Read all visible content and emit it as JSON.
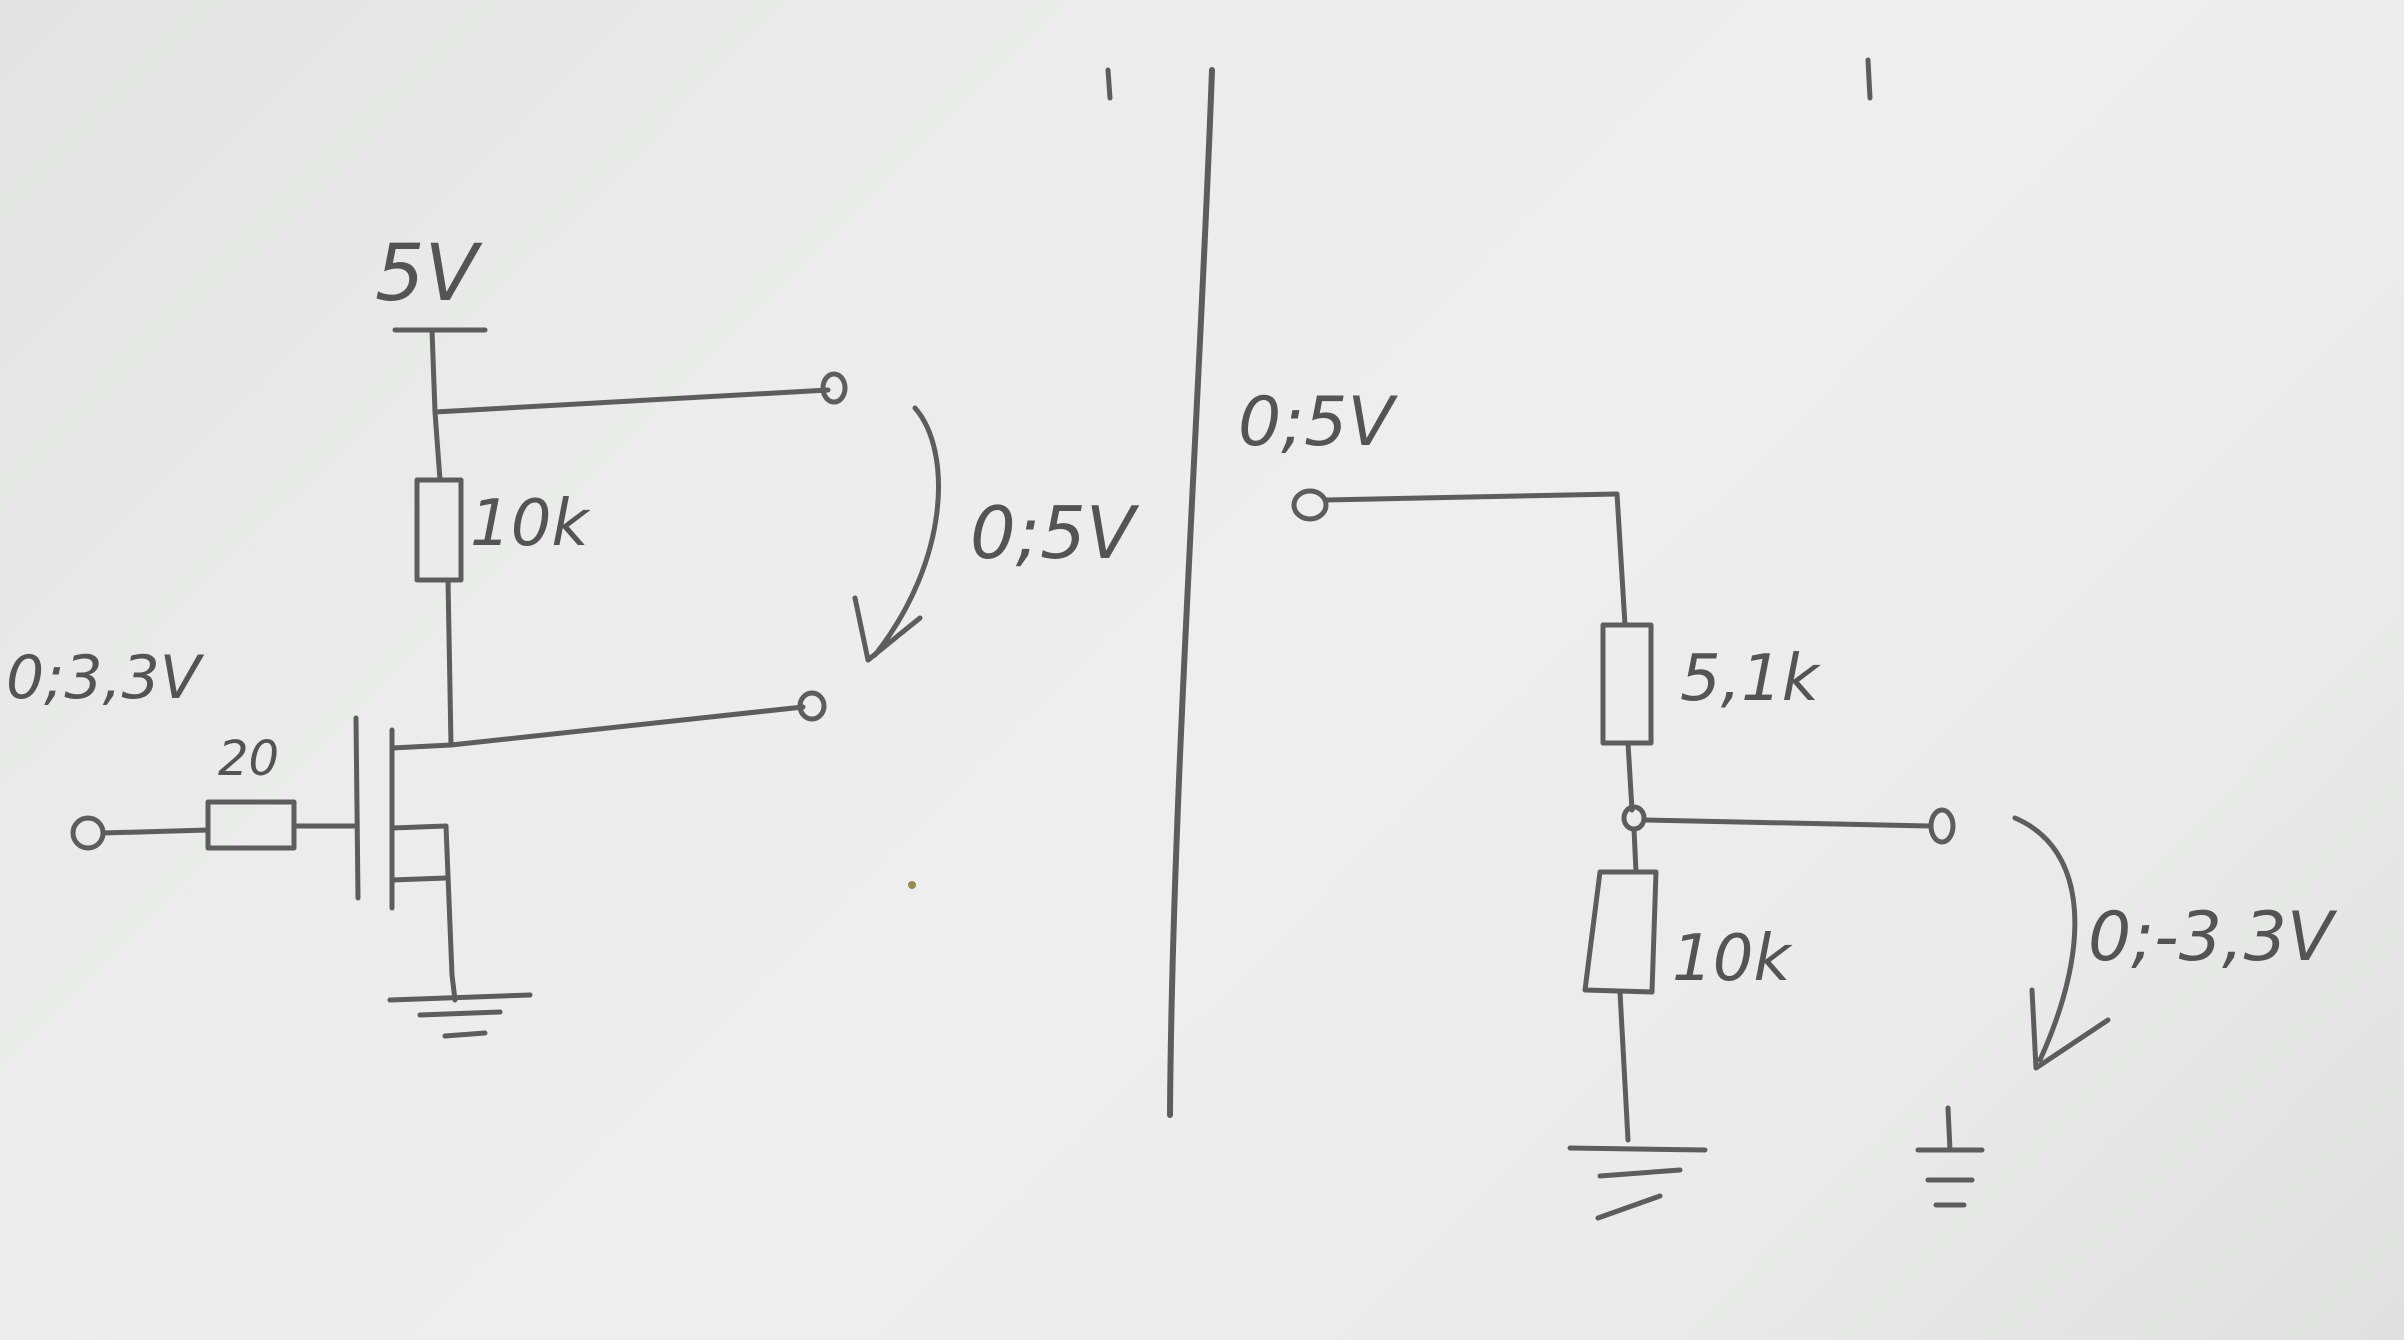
{
  "colors": {
    "paper": "#ebeceb",
    "pencil": "#5d5d5d"
  },
  "left_circuit": {
    "supply_label": "5V",
    "input_range": "0;3,3V",
    "gate_resistor": "20",
    "pullup_resistor": "10k",
    "output_range": "0;5V"
  },
  "right_circuit": {
    "input_range": "0;5V",
    "top_resistor": "5,1k",
    "bottom_resistor": "10k",
    "output_range": "0;-3,3V"
  }
}
